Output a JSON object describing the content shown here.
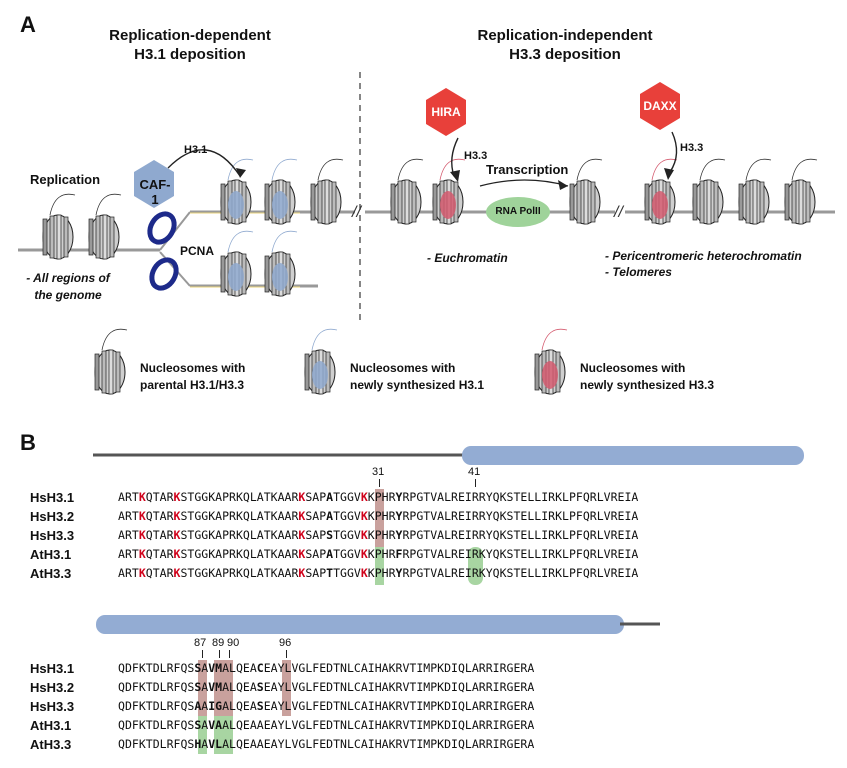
{
  "panels": {
    "a": "A",
    "b": "B"
  },
  "headers": {
    "left": [
      "Replication-dependent",
      "H3.1 deposition"
    ],
    "right": [
      "Replication-independent",
      "H3.3 deposition"
    ]
  },
  "labels": {
    "replication": "Replication",
    "caf1": "CAF-1",
    "h31": "H3.1",
    "pcna": "PCNA",
    "all_regions": [
      "- All regions of",
      "the genome"
    ],
    "hira": "HIRA",
    "daxx": "DAXX",
    "h33_left": "H3.3",
    "h33_right": "H3.3",
    "transcription": "Transcription",
    "rnapol": "RNA PolII",
    "euchromatin": "- Euchromatin",
    "pericentromeric": "- Pericentromeric heterochromatin",
    "telomeres": "- Telomeres"
  },
  "legend": [
    {
      "lines": [
        "Nucleosomes with",
        "parental H3.1/H3.3"
      ]
    },
    {
      "lines": [
        "Nucleosomes with",
        "newly synthesized H3.1"
      ]
    },
    {
      "lines": [
        "Nucleosomes with",
        "newly synthesized H3.3"
      ]
    }
  ],
  "colors": {
    "caf1": "#8fa9cf",
    "pcna": "#1d2a8a",
    "hira": "#e8403a",
    "daxx": "#e8403a",
    "rnapol": "#9fd39a",
    "h31": "#8fa9cf",
    "h33": "#d45a6e",
    "helix": "#93acd3",
    "green_hl": "#a8d5a2",
    "red_hl": "#c9a19d"
  },
  "block1": {
    "positions": [
      "31",
      "41"
    ],
    "rows": [
      {
        "name": "HsH3.1",
        "seq": "ARTKQTARKSTGGKAPRKQLATKAARKSAPATGGVKKPHRYRPGTVALREIRRYQKSTELLIRKLPFQRLVREIA"
      },
      {
        "name": "HsH3.2",
        "seq": "ARTKQTARKSTGGKAPRKQLATKAARKSAPATGGVKKPHRYRPGTVALREIRRYQKSTELLIRKLPFQRLVREIA"
      },
      {
        "name": "HsH3.3",
        "seq": "ARTKQTARKSTGGKAPRKQLATKAARKSAPSTGGVKKPHRYRPGTVALREIRRYQKSTELLIRKLPFQRLVREIA"
      },
      {
        "name": "AtH3.1",
        "seq": "ARTKQTARKSTGGKAPRKQLATKAARKSAPATGGVKKPHRFRPGTVALREIRKYQKSTELLIRKLPFQRLVREIA"
      },
      {
        "name": "AtH3.3",
        "seq": "ARTKQTARKSTGGKAPRKQLATKAARKSAPTTGGVKKPHRYRPGTVALREIRKYQKSTELLIRKLPFQRLVREIA"
      }
    ]
  },
  "block2": {
    "positions": [
      "87",
      "89",
      "90",
      "96"
    ],
    "rows": [
      {
        "name": "HsH3.1",
        "seq": "QDFKTDLRFQSSAVMALQEACEAYLVGLFEDTNLCAIHAKRVTIMPKDIQLARRIRGERA"
      },
      {
        "name": "HsH3.2",
        "seq": "QDFKTDLRFQSSAVMALQEASEAYLVGLFEDTNLCAIHAKRVTIMPKDIQLARRIRGERA"
      },
      {
        "name": "HsH3.3",
        "seq": "QDFKTDLRFQSAAIGALQEASEAYLVGLFEDTNLCAIHAKRVTIMPKDIQLARRIRGERA"
      },
      {
        "name": "AtH3.1",
        "seq": "QDFKTDLRFQSSAVAALQEAAEAYLVGLFEDTNLCAIHAKRVTIMPKDIQLARRIRGERA"
      },
      {
        "name": "AtH3.3",
        "seq": "QDFKTDLRFQSHAVLALQEAAEAYLVGLFEDTNLCAIHAKRVTIMPKDIQLARRIRGERA"
      }
    ]
  }
}
